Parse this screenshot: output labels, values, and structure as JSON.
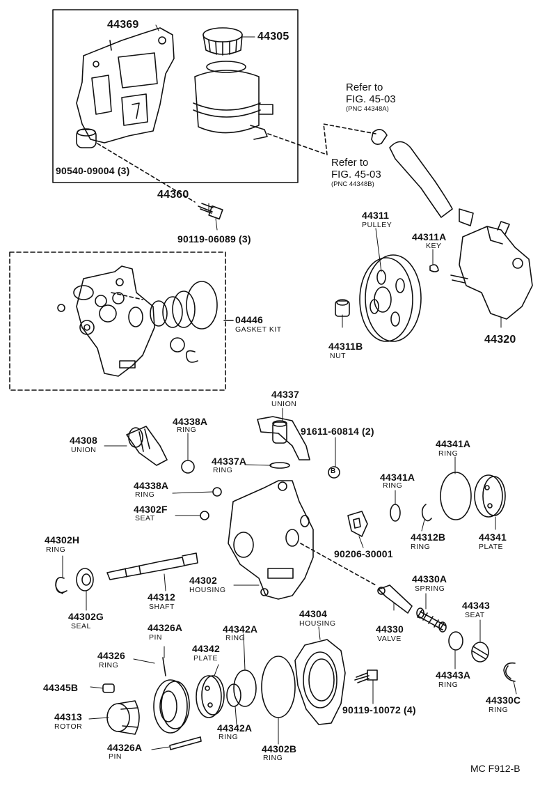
{
  "diagram_code": "MC F912-B",
  "callout_b": "B",
  "refs": [
    {
      "line1": "Refer to",
      "line2": "FIG. 45-03",
      "line3": "(PNC 44348A)"
    },
    {
      "line1": "Refer to",
      "line2": "FIG. 45-03",
      "line3": "(PNC 44348B)"
    }
  ],
  "parts": [
    {
      "pn": "44369"
    },
    {
      "pn": "44305"
    },
    {
      "pn": "90540-09004 (3)"
    },
    {
      "pn": "44360"
    },
    {
      "pn": "90119-06089 (3)"
    },
    {
      "pn": "44311",
      "name": "PULLEY"
    },
    {
      "pn": "44311A",
      "name": "KEY"
    },
    {
      "pn": "04446",
      "name": "GASKET KIT"
    },
    {
      "pn": "44311B",
      "name": "NUT"
    },
    {
      "pn": "44320"
    },
    {
      "pn": "44337",
      "name": "UNION"
    },
    {
      "pn": "44338A",
      "name": "RING"
    },
    {
      "pn": "91611-60814 (2)"
    },
    {
      "pn": "44308",
      "name": "UNION"
    },
    {
      "pn": "44337A",
      "name": "RING"
    },
    {
      "pn": "44341A",
      "name": "RING"
    },
    {
      "pn": "44341A",
      "name": "RING"
    },
    {
      "pn": "44338A",
      "name": "RING"
    },
    {
      "pn": "44302F",
      "name": "SEAT"
    },
    {
      "pn": "44312B",
      "name": "RING"
    },
    {
      "pn": "44341",
      "name": "PLATE"
    },
    {
      "pn": "90206-30001"
    },
    {
      "pn": "44302H",
      "name": "RING"
    },
    {
      "pn": "44302",
      "name": "HOUSING"
    },
    {
      "pn": "44312",
      "name": "SHAFT"
    },
    {
      "pn": "44330A",
      "name": "SPRING"
    },
    {
      "pn": "44302G",
      "name": "SEAL"
    },
    {
      "pn": "44304",
      "name": "HOUSING"
    },
    {
      "pn": "44330",
      "name": "VALVE"
    },
    {
      "pn": "44343",
      "name": "SEAT"
    },
    {
      "pn": "44326A",
      "name": "PIN"
    },
    {
      "pn": "44342A",
      "name": "RING"
    },
    {
      "pn": "44326",
      "name": "RING"
    },
    {
      "pn": "44342",
      "name": "PLATE"
    },
    {
      "pn": "44345B"
    },
    {
      "pn": "44343A",
      "name": "RING"
    },
    {
      "pn": "90119-10072 (4)"
    },
    {
      "pn": "44330C",
      "name": "RING"
    },
    {
      "pn": "44313",
      "name": "ROTOR"
    },
    {
      "pn": "44342A",
      "name": "RING"
    },
    {
      "pn": "44326A",
      "name": "PIN"
    },
    {
      "pn": "44302B",
      "name": "RING"
    }
  ]
}
